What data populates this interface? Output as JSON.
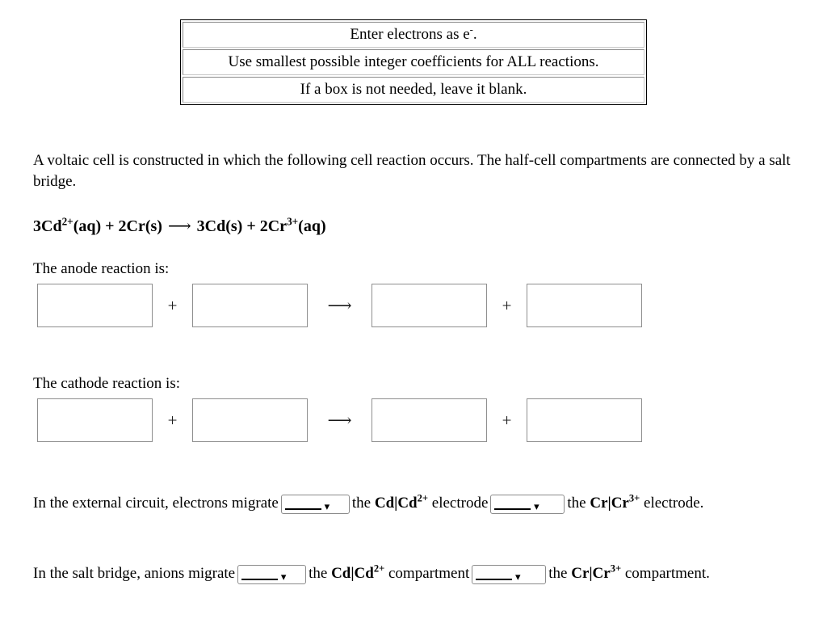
{
  "instructions": {
    "lines": [
      "Enter electrons as e⁻.",
      "Use smallest possible integer coefficients for ALL reactions.",
      "If a box is not needed, leave it blank."
    ],
    "line1_text": "Enter electrons as e",
    "line1_sup": "-",
    "line1_period": ".",
    "line2": "Use smallest possible integer coefficients for ALL reactions.",
    "line3": "If a box is not needed, leave it blank."
  },
  "intro": {
    "text": "A voltaic cell is constructed in which the following cell reaction occurs. The half-cell compartments are connected by a salt bridge."
  },
  "cell_reaction": {
    "reactant1_coeff": "3Cd",
    "reactant1_charge": "2+",
    "reactant1_state": "(aq)",
    "plus1": "+",
    "reactant2": "2Cr(s)",
    "arrow": "⟶",
    "product1": "3Cd(s)",
    "plus2": "+",
    "product2_coeff": "2Cr",
    "product2_charge": "3+",
    "product2_state": "(aq)"
  },
  "anode": {
    "label": "The anode reaction is:",
    "boxes": [
      "",
      "",
      "",
      ""
    ],
    "separators": {
      "plus": "+",
      "arrow": "⟶"
    }
  },
  "cathode": {
    "label": "The cathode reaction is:",
    "boxes": [
      "",
      "",
      "",
      ""
    ],
    "separators": {
      "plus": "+",
      "arrow": "⟶"
    }
  },
  "external_circuit": {
    "prefix": "In the external circuit, electrons migrate",
    "mid1": "the",
    "electrode1": "Cd|Cd",
    "electrode1_charge": "2+",
    "mid2": "electrode",
    "mid3": "the",
    "electrode2": "Cr|Cr",
    "electrode2_charge": "3+",
    "suffix": "electrode.",
    "select1_value": "",
    "select2_value": "",
    "chevron": "⌄"
  },
  "salt_bridge": {
    "prefix": "In the salt bridge, anions migrate",
    "mid1": "the",
    "compartment1": "Cd|Cd",
    "compartment1_charge": "2+",
    "mid2": "compartment",
    "mid3": "the",
    "compartment2": "Cr|Cr",
    "compartment2_charge": "3+",
    "suffix": "compartment.",
    "select1_value": "",
    "select2_value": "",
    "chevron": "⌄"
  },
  "colors": {
    "page_background": "#ffffff",
    "text": "#000000",
    "box_border": "#8f8f8f",
    "table_border": "#000000"
  }
}
